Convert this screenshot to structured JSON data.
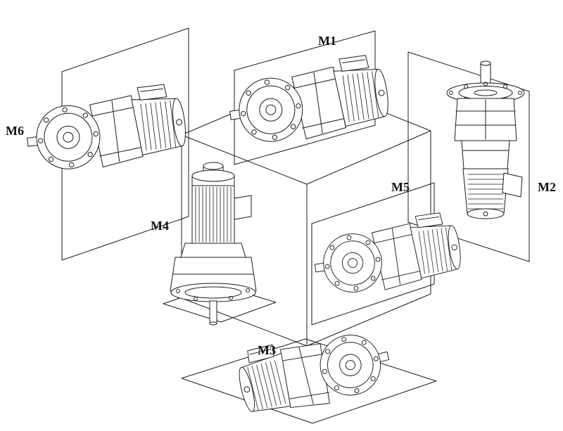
{
  "diagram": {
    "labels": {
      "m1": "M1",
      "m2": "M2",
      "m3": "M3",
      "m4": "M4",
      "m5": "M5",
      "m6": "M6"
    },
    "colors": {
      "line": "#1b1b1b",
      "background": "#ffffff"
    }
  }
}
